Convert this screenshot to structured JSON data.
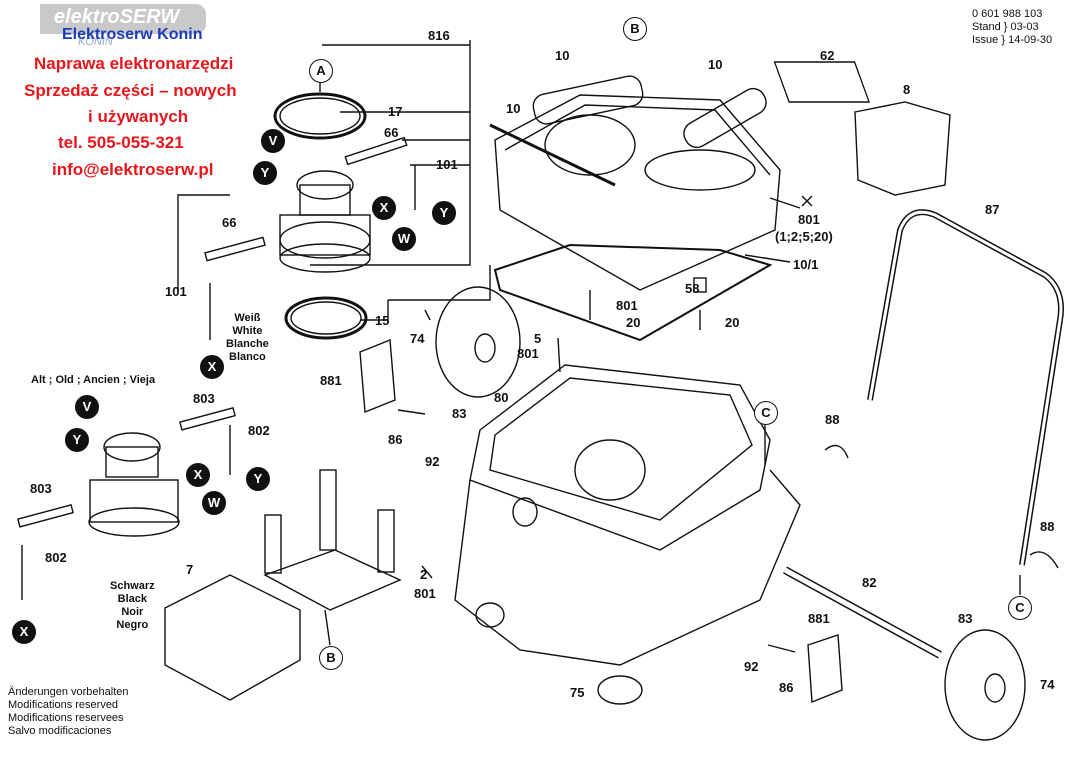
{
  "ad": {
    "logo_text": "elektroSERW",
    "logo_sub": "KONIN",
    "headline": "Elektroserw Konin",
    "lines": [
      "Naprawa elektronarzędzi",
      "Sprzedaż części – nowych",
      "i używanych",
      "tel. 505-055-321",
      "info@elektroserw.pl"
    ]
  },
  "info": {
    "part_number": "0 601 988 103",
    "stand": "Stand } 03-03",
    "issue": "Issue } 14-09-30"
  },
  "callouts": {
    "A": "A",
    "B": "B",
    "C": "C",
    "V": "V",
    "W": "W",
    "X": "X",
    "Y": "Y"
  },
  "labels": {
    "p816": "816",
    "p17": "17",
    "p66": "66",
    "p101": "101",
    "p15": "15",
    "white": [
      "Weiß",
      "White",
      "Blanche",
      "Blanco"
    ],
    "alt": "Alt ; Old ; Ancien ; Vieja",
    "p803": "803",
    "p802": "802",
    "black": [
      "Schwarz",
      "Black",
      "Noir",
      "Negro"
    ],
    "p7": "7",
    "p2": "2",
    "p801": "801",
    "p10": "10",
    "p62": "62",
    "p8": "8",
    "p801_variants": "(1;2;5;20)",
    "p10_1": "10/1",
    "p87": "87",
    "p58": "58",
    "p20": "20",
    "p5": "5",
    "p74": "74",
    "p881": "881",
    "p83": "83",
    "p80": "80",
    "p86": "86",
    "p92": "92",
    "p88": "88",
    "p82": "82",
    "p75": "75"
  },
  "footer": [
    "Änderungen vorbehalten",
    "Modifications reserved",
    "Modifications reservees",
    "Salvo modificaciones"
  ]
}
